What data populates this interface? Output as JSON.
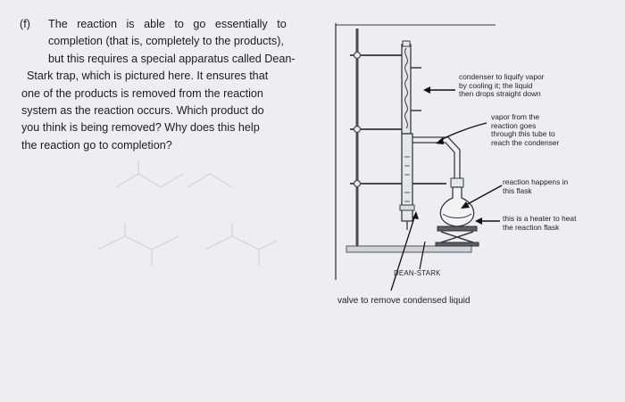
{
  "question": {
    "label": "(f)",
    "lines": [
      "The reaction is able to go essentially to",
      "completion (that is, completely to the products),",
      "but this requires a special apparatus called Dean-",
      "Stark trap, which is pictured here. It ensures that",
      "one of the products is removed from the reaction",
      "system as the reaction occurs. Which product do",
      "you think is being removed? Why does this help",
      "the reaction go to completion?"
    ]
  },
  "diagram": {
    "annotations": {
      "condenser": [
        "condenser to liquify vapor",
        "by cooling it; the liquid",
        "then drops straight down"
      ],
      "vapor": [
        "vapor from the",
        "reaction goes",
        "through this tube to",
        "reach the condenser"
      ],
      "flask": [
        "reaction happens in",
        "this flask"
      ],
      "heater": [
        "this is a heater to heat",
        "the reaction flask"
      ],
      "trap_label": "DEAN-STARK",
      "valve": "valve to remove condensed liquid"
    }
  }
}
